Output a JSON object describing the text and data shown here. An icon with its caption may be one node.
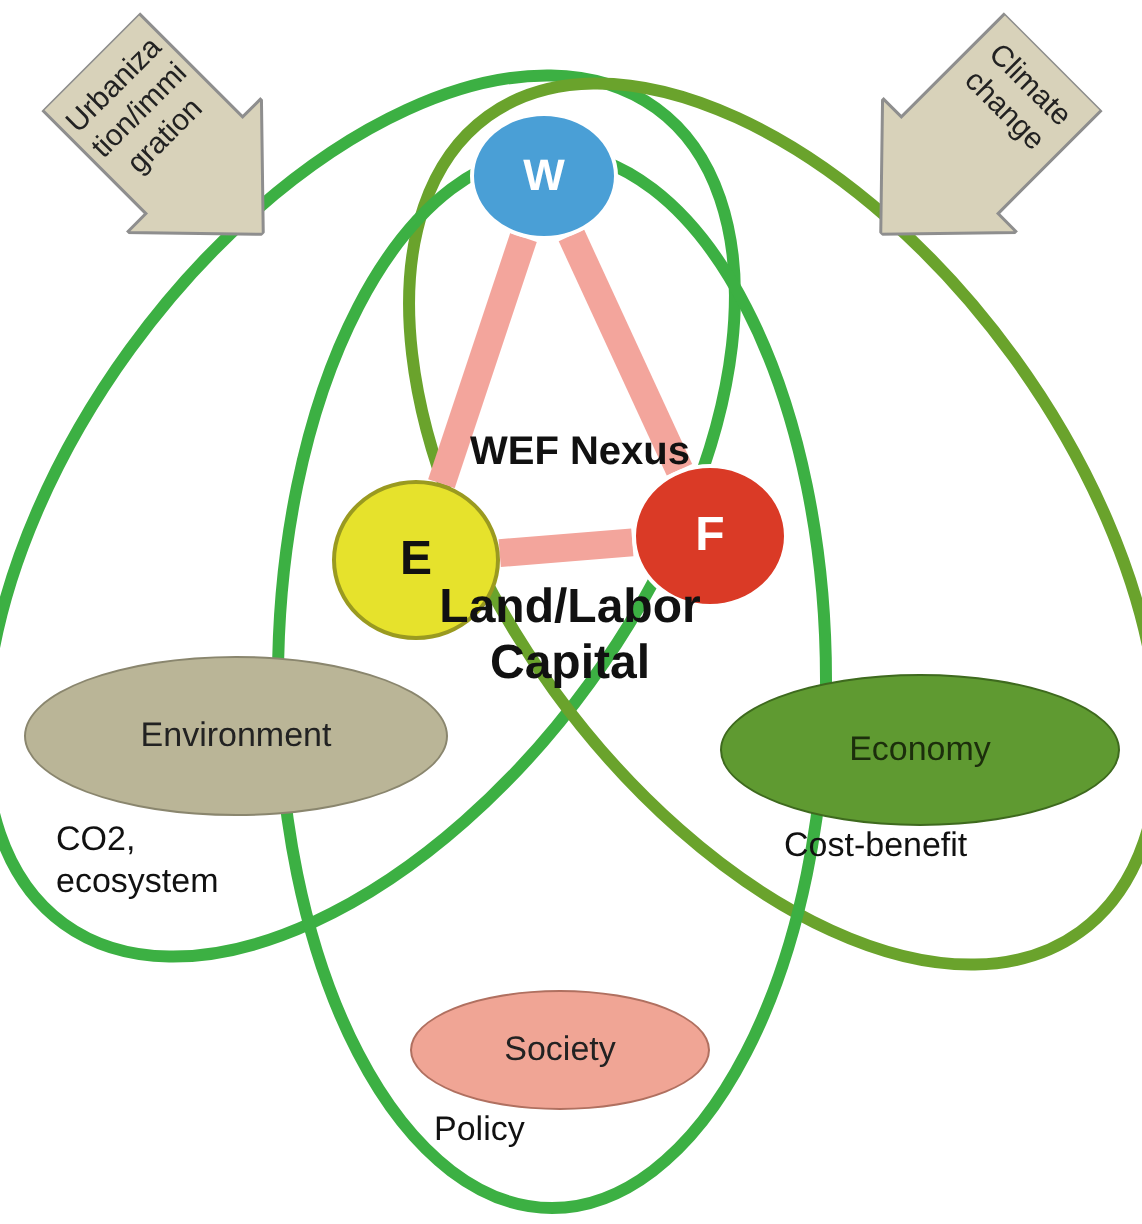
{
  "diagram": {
    "nodes": [
      {
        "text": [
          "Urbaniza tion/immi gration"
        ]
      },
      {
        "text": [
          "Climate change"
        ]
      },
      {
        "text": [
          "W"
        ]
      },
      {
        "text": [
          "E"
        ]
      },
      {
        "text": [
          "F"
        ]
      },
      {
        "text": [
          "Environment"
        ],
        "beside": [
          "CO2, ecosystem"
        ]
      },
      {
        "text": [
          "Economy"
        ],
        "beside": [
          "Cost-benefit"
        ]
      },
      {
        "text": [
          "Society"
        ],
        "beside": [
          "Policy"
        ]
      }
    ],
    "edges": [
      {
        "from": 2,
        "to": 3,
        "arrow": "none"
      },
      {
        "from": 2,
        "to": 4,
        "arrow": "none"
      },
      {
        "from": 3,
        "to": 4,
        "arrow": "none"
      }
    ],
    "labels": [
      "WEF Nexus",
      "Land/Labor Capital"
    ]
  }
}
